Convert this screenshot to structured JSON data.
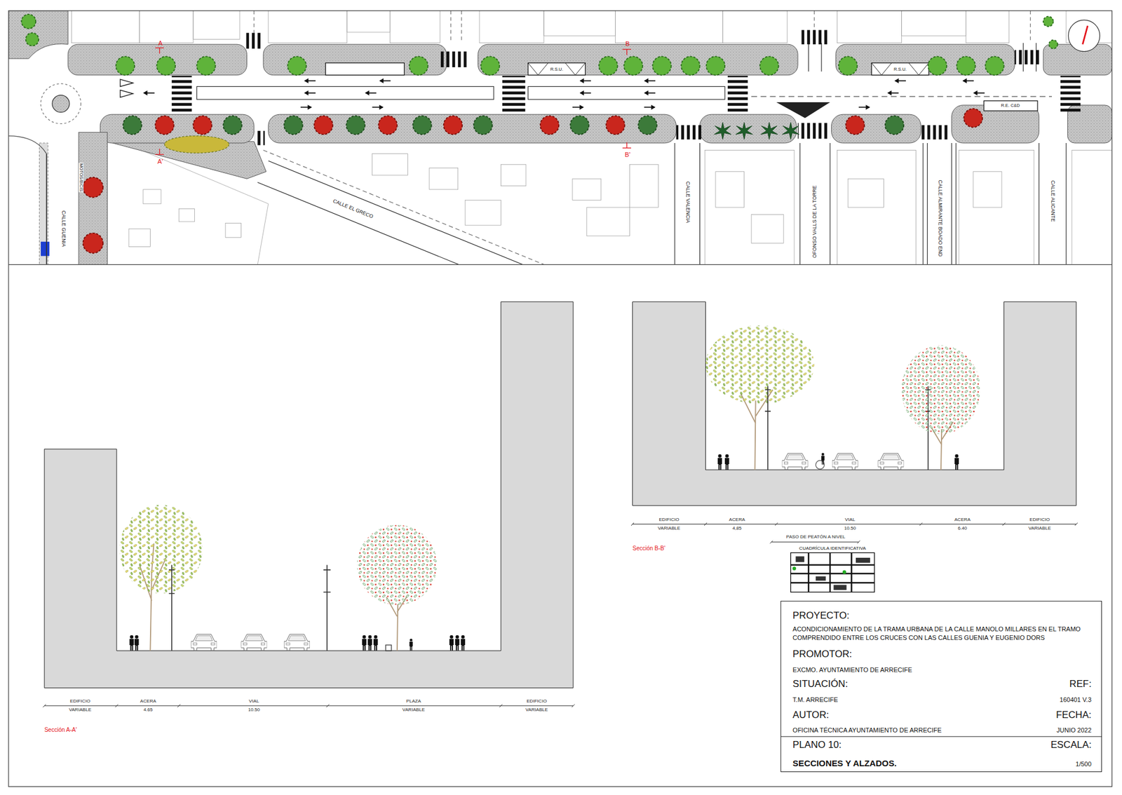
{
  "diagram": {
    "nodes": [
      {
        "text": [
          "PROYECTO:",
          "ACONDICIONAMIENTO DE LA TRAMA URBANA DE LA CALLE MANOLO MILLARES EN EL TRAMO COMPRENDIDO ENTRE LOS CRUCES CON LAS CALLES GUENIA Y EUGENIO DORS",
          "PROMOTOR:",
          "EXCMO. AYUNTAMIENTO DE ARRECIFE",
          "SITUACIÓN:",
          "REF:",
          "T.M. ARRECIFE",
          "160401 V.3",
          "AUTOR:",
          "FECHA:",
          "OFICINA TÉCNICA AYUNTAMIENTO DE ARRECIFE",
          "JUNIO 2022",
          "PLANO 10:",
          "ESCALA:",
          "SECCIONES Y ALZADOS.",
          "1/500"
        ]
      },
      {
        "text": [
          "CUADRÍCULA IDENTIFICATIVA"
        ]
      }
    ],
    "labels": [
      "A",
      "A'",
      "B",
      "B'",
      "R.S.U.",
      "R.S.U.",
      "R.E. C&D",
      "MOTOS/BICIS",
      "CALLE GUENIA",
      "CALLE EL GRECO",
      "CALLE VALENCIA",
      "OFONSO VALLS DE LA TORRE",
      "CALLE ALMIRANTE BOADO END",
      "CALLE ALICANTE",
      "EDIFICIO",
      "VARIABLE",
      "ACERA",
      "4,85",
      "VIAL",
      "10.50",
      "ACERA",
      "6.40",
      "EDIFICIO",
      "VARIABLE",
      "PASO DE PEATÓN A NIVEL",
      "Sección B-B'",
      "EDIFICIO",
      "VARIABLE",
      "ACERA",
      "4.65",
      "VIAL",
      "10.50",
      "PLAZA",
      "VARIABLE",
      "EDIFICIO",
      "VARIABLE",
      "Sección A-A'"
    ]
  }
}
